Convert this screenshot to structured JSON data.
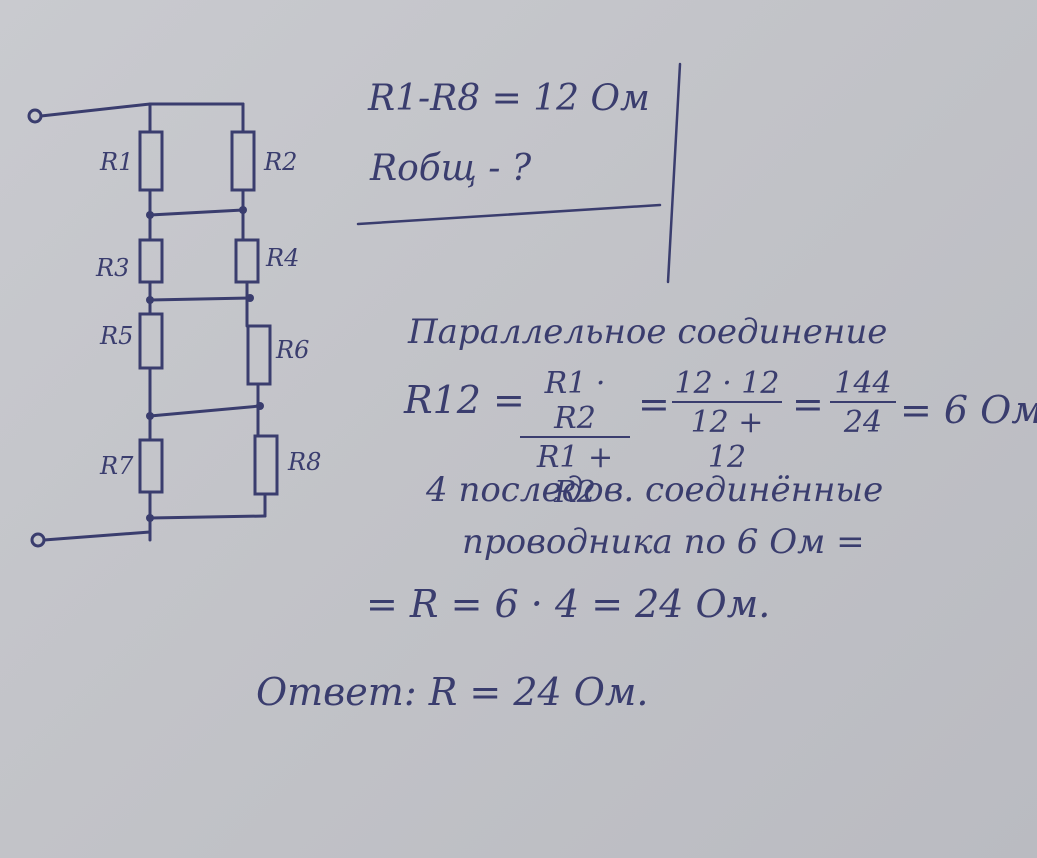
{
  "resistor_labels": [
    "R1",
    "R2",
    "R3",
    "R4",
    "R5",
    "R6",
    "R7",
    "R8"
  ],
  "given": {
    "line1": "R1-R8 = 12 Ом",
    "line2": "Rобщ - ?"
  },
  "solution": {
    "heading": "Параллельное соединение",
    "r12_lhs": "R12 =",
    "frac1_num": "R1 · R2",
    "frac1_den": "R1 + R2",
    "eq_sign_1": "=",
    "frac2_num": "12 · 12",
    "frac2_den": "12 + 12",
    "eq_sign_2": "=",
    "frac3_num": "144",
    "frac3_den": "24",
    "result1": "= 6 Ом",
    "series_line1": "4 последов. соединённые",
    "series_line2": "проводника по 6 Ом =",
    "series_result": "= R = 6 · 4 = 24 Ом.",
    "answer": "Ответ: R = 24 Ом."
  },
  "colors": {
    "ink": "#3a3d6e",
    "paper": "#c5c6cb"
  }
}
